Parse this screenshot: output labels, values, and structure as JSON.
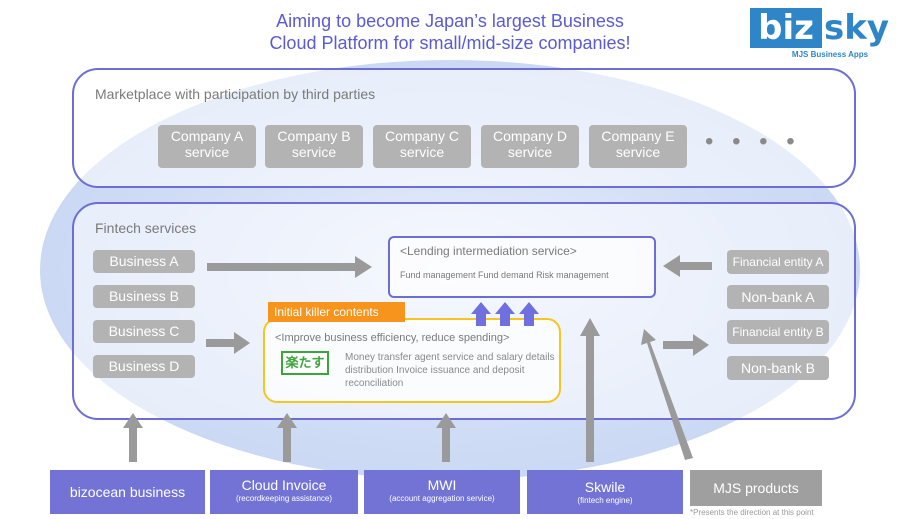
{
  "header": {
    "title_line1": "Aiming to become Japan’s largest Business",
    "title_line2": "Cloud Platform for small/mid-size companies!"
  },
  "logo": {
    "part1": "biz",
    "part2": "sky",
    "subtitle": "MJS Business Apps",
    "color": "#2e86c8"
  },
  "marketplace": {
    "label": "Marketplace with participation by third parties",
    "companies": [
      {
        "line1": "Company A",
        "line2": "service"
      },
      {
        "line1": "Company B",
        "line2": "service"
      },
      {
        "line1": "Company C",
        "line2": "service"
      },
      {
        "line1": "Company D",
        "line2": "service"
      },
      {
        "line1": "Company E",
        "line2": "service"
      }
    ],
    "more": "• • • •"
  },
  "fintech": {
    "label": "Fintech services",
    "businesses": [
      "Business A",
      "Business B",
      "Business C",
      "Business D"
    ],
    "lending": {
      "title": "<Lending intermediation service>",
      "subtitle": "Fund management  Fund demand  Risk management"
    },
    "killer": {
      "label": "Initial killer contents",
      "title": "<Improve business efficiency, reduce spending>",
      "logo_text": "楽たす",
      "description": "Money transfer agent service and salary details distribution Invoice issuance and deposit reconciliation"
    },
    "entities": [
      "Financial entity A",
      "Non-bank A",
      "Financial entity B",
      "Non-bank B"
    ]
  },
  "bottom": [
    {
      "main": "bizocean business",
      "sub": ""
    },
    {
      "main": "Cloud Invoice",
      "sub": "(recordkeeping assistance)"
    },
    {
      "main": "MWI",
      "sub": "(account aggregation service)"
    },
    {
      "main": "Skwile",
      "sub": "(fintech engine)"
    },
    {
      "main": "MJS products",
      "sub": ""
    }
  ],
  "note": "*Presents the direction at this point",
  "colors": {
    "accent_purple": "#6d6dd6",
    "box_purple": "#7373d6",
    "gray_box": "#b3b3b3",
    "arrow_gray": "#9a9a9a",
    "orange": "#f7941d",
    "yellow_border": "#f7c51f",
    "arrow_blue": "#6f6fe0"
  }
}
